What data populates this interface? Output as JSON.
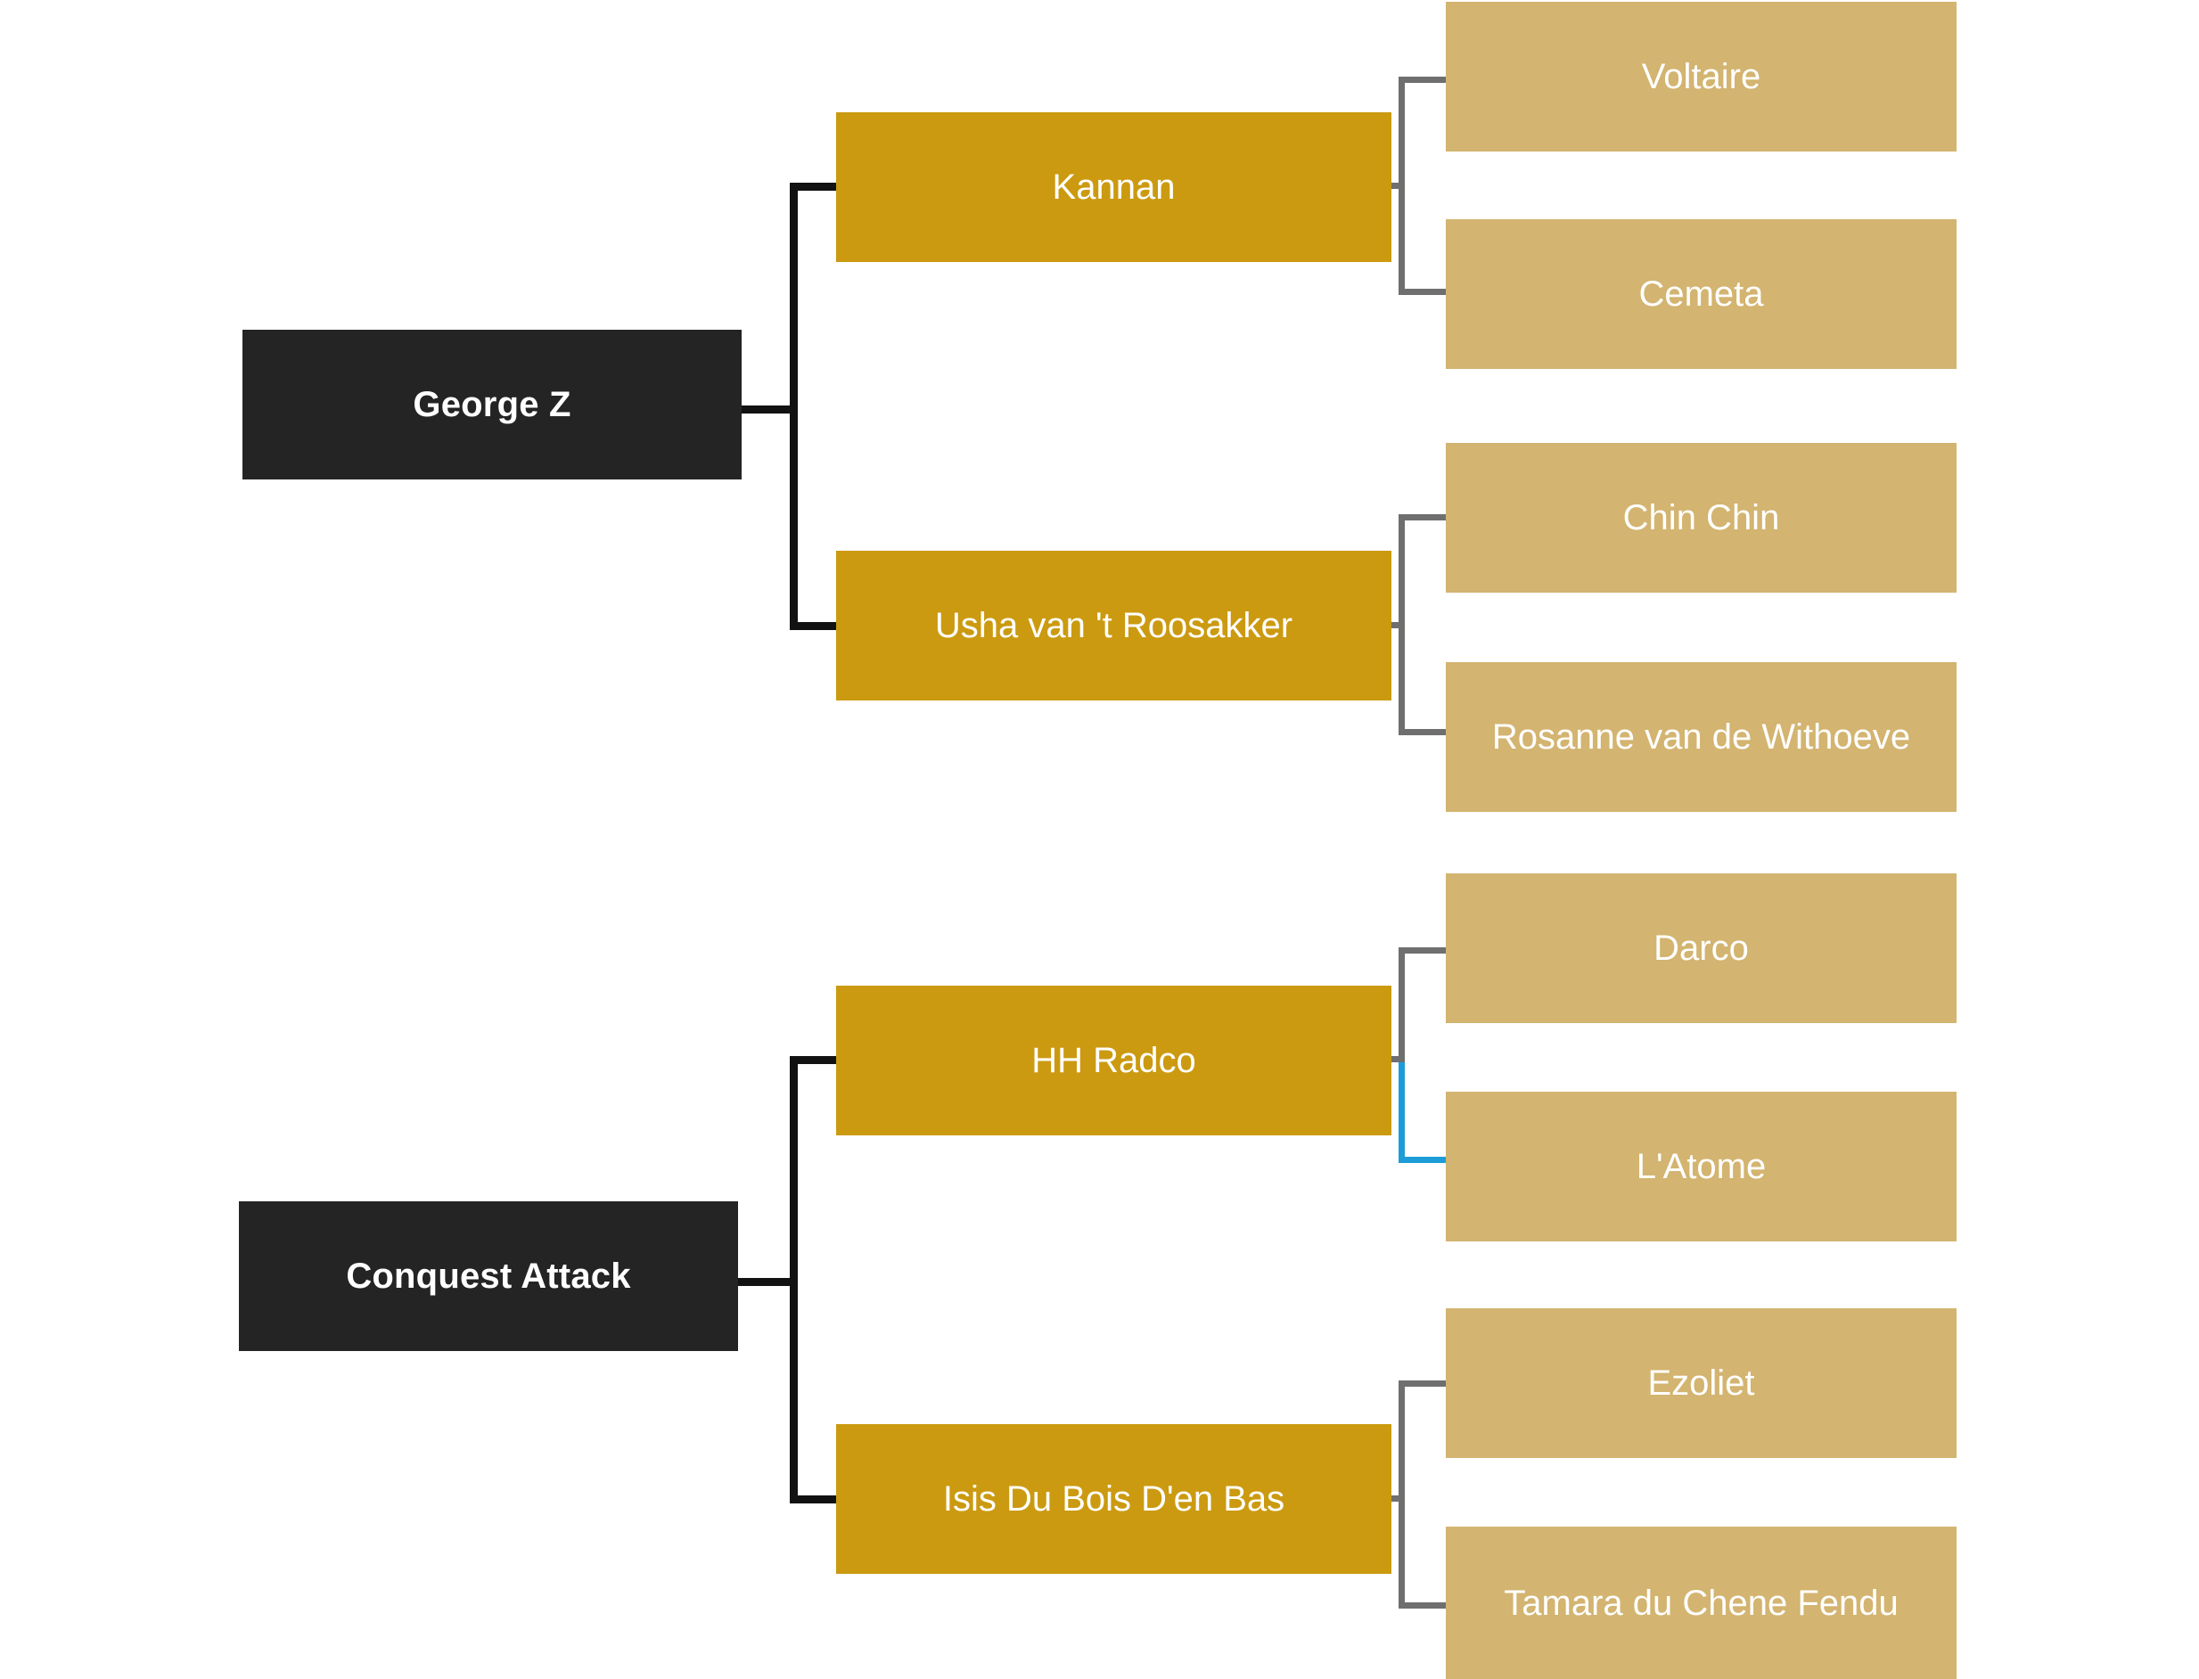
{
  "diagram": {
    "type": "pedigree-tree",
    "title_visible": false,
    "background_color": "#ffffff",
    "colors": {
      "root_box": "#242424",
      "generation1_box": "#cb9a10",
      "generation2_box": "#d3b470",
      "root_text": "#ffffff",
      "connector_black": "#121212",
      "connector_gray": "#6f6f6f",
      "connector_highlight": "#1e9cd7"
    },
    "trees": [
      {
        "id": "tree-george-z",
        "root": {
          "label": "George Z"
        },
        "children": [
          {
            "label": "Kannan",
            "children": [
              {
                "label": "Voltaire"
              },
              {
                "label": "Cemeta"
              }
            ]
          },
          {
            "label": "Usha van 't Roosakker",
            "children": [
              {
                "label": "Chin Chin"
              },
              {
                "label": "Rosanne van de Withoeve"
              }
            ]
          }
        ]
      },
      {
        "id": "tree-conquest-attack",
        "root": {
          "label": "Conquest Attack"
        },
        "children": [
          {
            "label": "HH Radco",
            "children": [
              {
                "label": "Darco"
              },
              {
                "label": "L'Atome",
                "connector_highlighted": true
              }
            ]
          },
          {
            "label": "Isis Du Bois D'en Bas",
            "children": [
              {
                "label": "Ezoliet"
              },
              {
                "label": "Tamara du Chene Fendu"
              }
            ]
          }
        ]
      }
    ]
  },
  "nodes": {
    "george_z": "George Z",
    "kannan": "Kannan",
    "voltaire": "Voltaire",
    "cemeta": "Cemeta",
    "usha": "Usha van 't Roosakker",
    "chin_chin": "Chin Chin",
    "rosanne": "Rosanne van de Withoeve",
    "conquest_attack": "Conquest Attack",
    "hh_radco": "HH Radco",
    "darco": "Darco",
    "latome": "L'Atome",
    "isis": "Isis Du Bois D'en Bas",
    "ezoliet": "Ezoliet",
    "tamara": "Tamara du Chene Fendu"
  }
}
